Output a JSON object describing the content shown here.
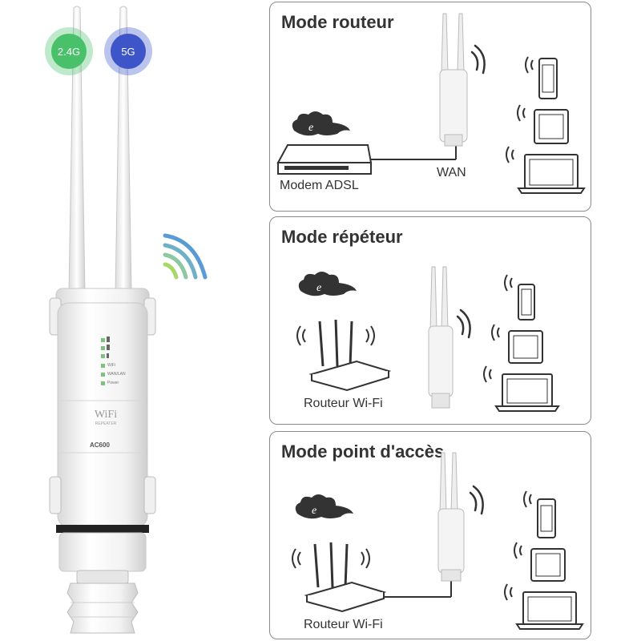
{
  "device": {
    "badge_24": "2.4G",
    "badge_5g": "5G",
    "led_labels": [
      "WiFi",
      "WAN/LAN",
      "Power"
    ],
    "logo_text": "WiFi",
    "logo_sub": "REPEATER",
    "model_badge": "AC600"
  },
  "panels": [
    {
      "title": "Mode routeur",
      "label_left": "Modem ADSL",
      "label_right": "WAN"
    },
    {
      "title": "Mode répéteur",
      "label_left": "Routeur Wi-Fi"
    },
    {
      "title": "Mode point d'accès",
      "label_left": "Routeur Wi-Fi"
    }
  ],
  "colors": {
    "badge_24": "#49c06a",
    "badge_5g": "#3d55c9",
    "wave_blue": "#5b9bd5",
    "wave_green": "#a8d86a",
    "panel_border": "#8a8a8a",
    "icon_stroke": "#333333"
  },
  "icons": [
    "wifi-signal-icon",
    "internet-cloud-icon",
    "smartphone-icon",
    "tablet-icon",
    "laptop-icon",
    "router-icon",
    "modem-icon"
  ]
}
